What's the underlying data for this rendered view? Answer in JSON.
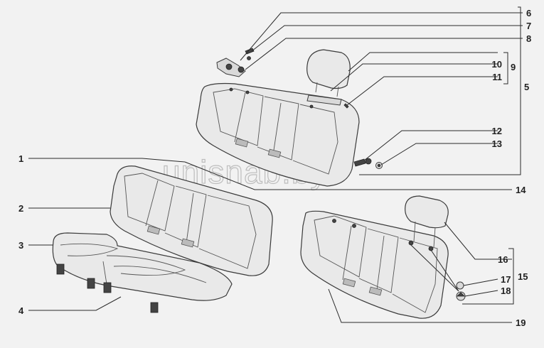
{
  "watermark": "unisnab.by",
  "callouts": [
    "1",
    "2",
    "3",
    "4",
    "5",
    "6",
    "7",
    "8",
    "9",
    "10",
    "11",
    "12",
    "13",
    "14",
    "15",
    "16",
    "17",
    "18",
    "19"
  ],
  "icons": {
    "main_backrest": "seat-backrest-illustration",
    "rear_backrest": "seat-backrest-illustration",
    "seat_cushion": "seat-cushion-illustration",
    "headrest": "headrest-illustration",
    "bracket": "hinge-bracket-illustration"
  }
}
